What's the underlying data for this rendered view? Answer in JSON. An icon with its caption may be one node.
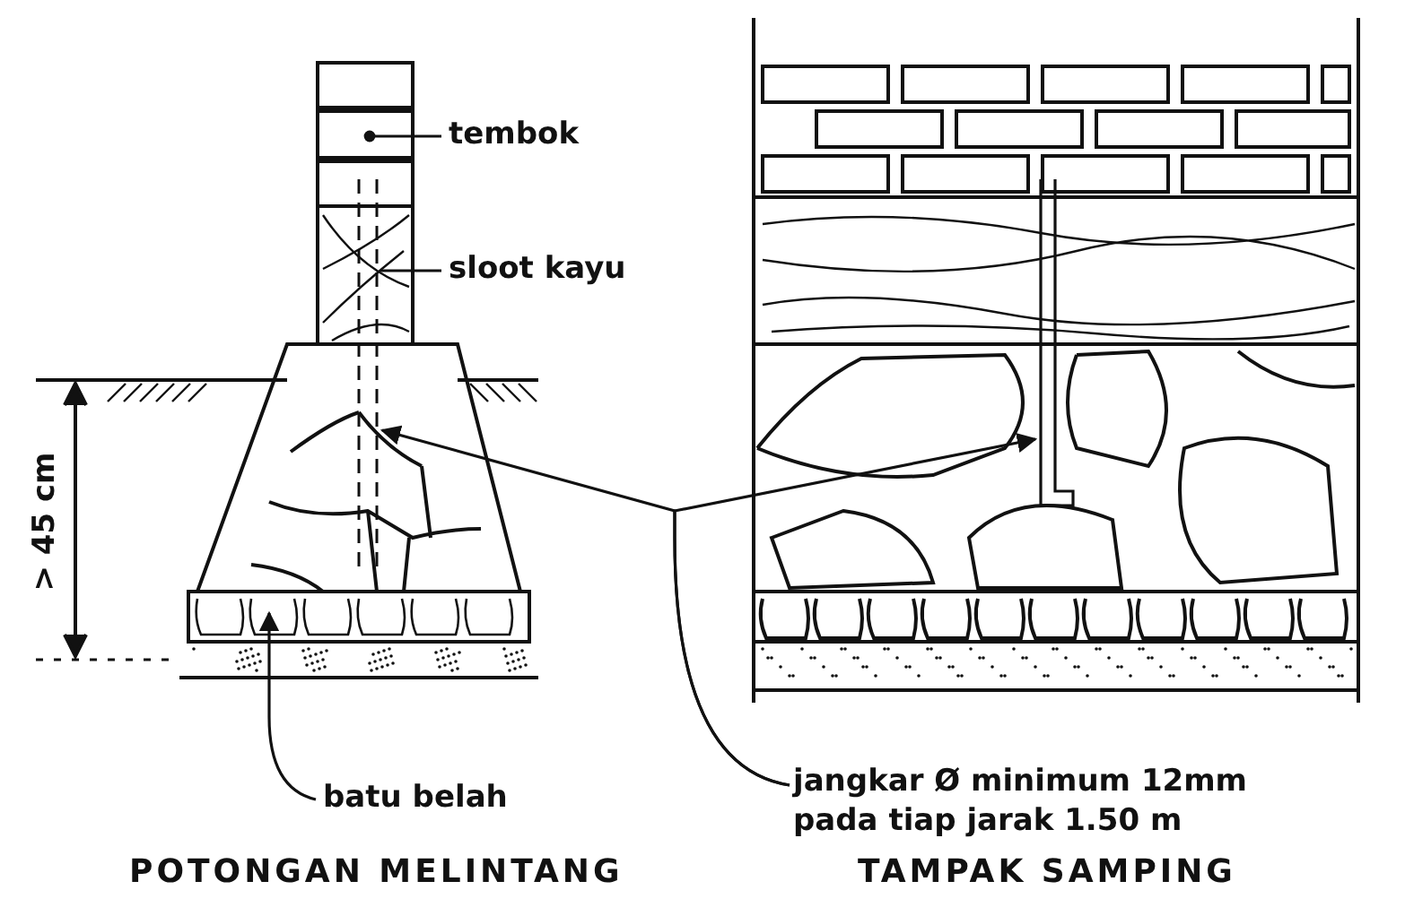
{
  "diagram": {
    "nodes": [
      {
        "text": [
          "tembok"
        ]
      },
      {
        "text": [],
        "shape": "picture"
      },
      {
        "text": [
          "sloot kayu"
        ]
      },
      {
        "text": [],
        "shape": "picture"
      },
      {
        "text": [
          "batu belah"
        ]
      },
      {
        "text": [],
        "shape": "picture"
      },
      {
        "text": [
          "jangkar Ø minimum 12mm pada tiap jarak 1.50 m"
        ]
      },
      {
        "text": [],
        "shape": "picture"
      },
      {
        "text": [],
        "shape": "picture"
      }
    ],
    "edges": [
      {
        "from": 0,
        "to": 1,
        "arrow": "other"
      },
      {
        "from": 2,
        "to": 3,
        "arrow": "none"
      },
      {
        "from": 4,
        "to": 5,
        "arrow": "to"
      },
      {
        "from": 6,
        "to": 7,
        "arrow": "to"
      },
      {
        "from": 6,
        "to": 8,
        "arrow": "to"
      }
    ],
    "labels": [
      "> 45 cm",
      "POTONGAN MELINTANG",
      "TAMPAK SAMPING"
    ]
  }
}
